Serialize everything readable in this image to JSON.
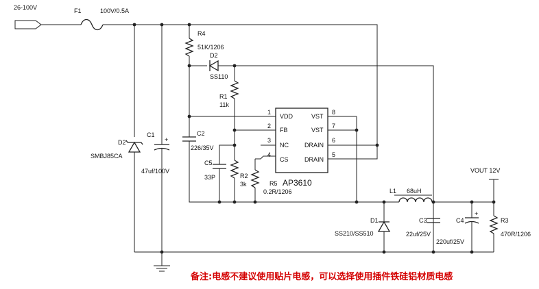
{
  "input": {
    "voltage": "26-100V"
  },
  "fuse": {
    "ref": "F1",
    "value": "100V/0.5A"
  },
  "output": {
    "label": "VOUT 12V"
  },
  "ic": {
    "name": "AP3610",
    "pins": [
      {
        "num": "1",
        "label": "VDD"
      },
      {
        "num": "2",
        "label": "FB"
      },
      {
        "num": "3",
        "label": "NC"
      },
      {
        "num": "4",
        "label": "CS"
      },
      {
        "num": "8",
        "label": "VST"
      },
      {
        "num": "7",
        "label": "VST"
      },
      {
        "num": "6",
        "label": "DRAIN"
      },
      {
        "num": "5",
        "label": "DRAIN"
      }
    ]
  },
  "components": {
    "r4": {
      "ref": "R4",
      "value": "51K/1206"
    },
    "d2_top": {
      "ref": "D2",
      "value": "SS110"
    },
    "r1": {
      "ref": "R1",
      "value": "11k"
    },
    "d2_tvs": {
      "ref": "D2",
      "value": "SMBJ85CA"
    },
    "c1": {
      "ref": "C1",
      "value": "47uf/100V",
      "polarity": "+"
    },
    "c2": {
      "ref": "C2",
      "value": "226/35V"
    },
    "c5": {
      "ref": "C5",
      "value": "33P"
    },
    "r2": {
      "ref": "R2",
      "value": "3k"
    },
    "r5": {
      "ref": "R5",
      "value": "0.2R/1206"
    },
    "l1": {
      "ref": "L1",
      "value": "68uH"
    },
    "d1": {
      "ref": "D1",
      "value": "SS210/SS510"
    },
    "c3": {
      "ref": "C3",
      "value": "22uf/25V"
    },
    "c4": {
      "ref": "C4",
      "value": "220uf/25V",
      "polarity": "+"
    },
    "r3": {
      "ref": "R3",
      "value": "470R/1206"
    }
  },
  "note": "备注:电感不建议使用贴片电感，可以选择使用插件铁硅铝材质电感"
}
